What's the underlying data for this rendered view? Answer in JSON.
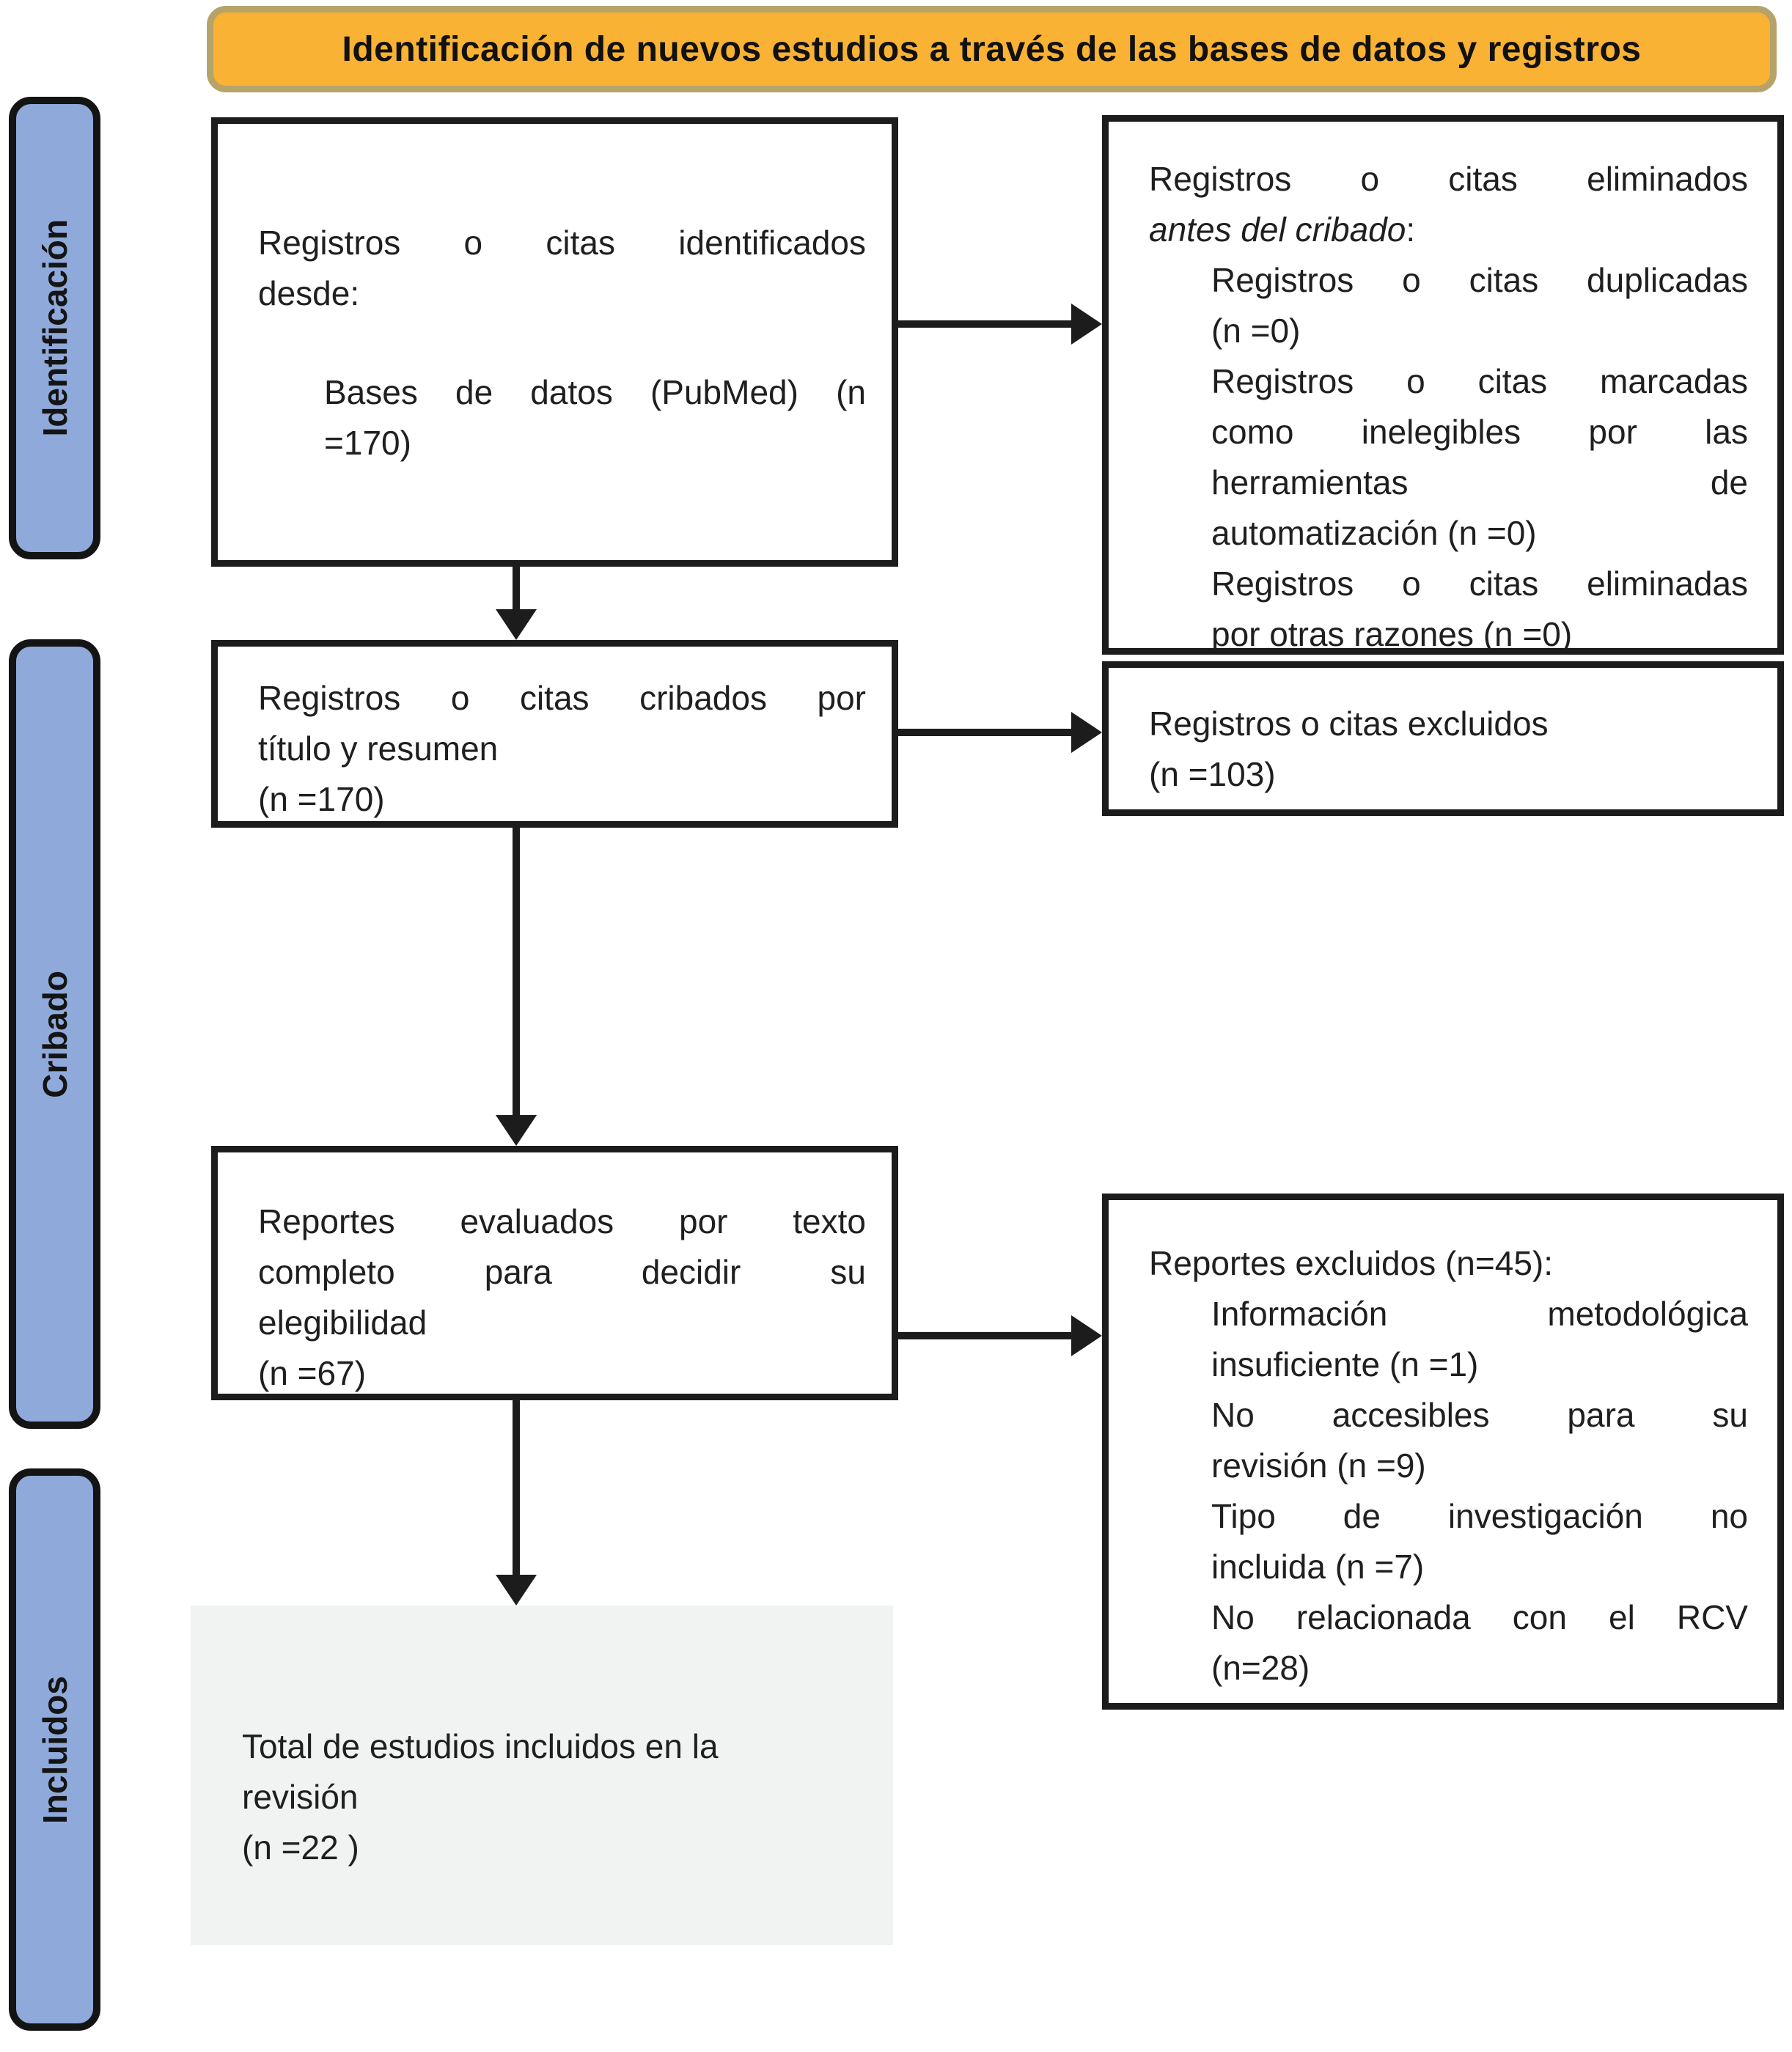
{
  "header": {
    "title": "Identificación de nuevos estudios a través de las bases de datos y registros"
  },
  "sidebar": {
    "identification": "Identificación",
    "screening": "Cribado",
    "included": "Incluidos"
  },
  "boxes": {
    "identified": {
      "lines": [
        "Registros o citas identificados",
        "desde:"
      ],
      "item_lines": [
        "Bases de datos (PubMed) (n",
        "=170)"
      ]
    },
    "removed": {
      "line1": "Registros o citas eliminados",
      "line2_italic": "antes del cribado",
      "line2_colon": ":",
      "item1_lines": [
        "Registros o citas duplicadas",
        "(n =0)"
      ],
      "item2_lines": [
        "Registros o citas marcadas",
        "como inelegibles por las",
        "herramientas de",
        "automatización (n =0)"
      ],
      "item3_lines": [
        "Registros o citas eliminadas",
        "por otras razones (n =0)"
      ]
    },
    "screened": {
      "lines": [
        "Registros o citas cribados por",
        "título y resumen",
        "(n =170)"
      ]
    },
    "excluded": {
      "lines": [
        "Registros o citas excluidos",
        "(n =103)"
      ]
    },
    "assessed": {
      "lines": [
        "Reportes evaluados por texto",
        "completo para decidir su",
        "elegibilidad",
        "(n =67)"
      ]
    },
    "reports_excluded": {
      "header": "Reportes excluidos (n=45):",
      "item1_lines": [
        "Información metodológica",
        "insuficiente (n =1)"
      ],
      "item2_lines": [
        "No accesibles para su",
        "revisión (n =9)"
      ],
      "item3_lines": [
        "Tipo de investigación no",
        "incluida (n =7)"
      ],
      "item4_lines": [
        "No relacionada con el RCV",
        "(n=28)"
      ]
    },
    "total_included": {
      "lines": [
        "Total de estudios incluidos en la",
        "revisión",
        "(n =22 )"
      ]
    }
  },
  "colors": {
    "title_fill": "#F9B233",
    "title_border": "#B5A36A",
    "stage_fill": "#8FA9DA",
    "box_border": "#1C1C1C",
    "included_fill": "#F1F2F2"
  }
}
